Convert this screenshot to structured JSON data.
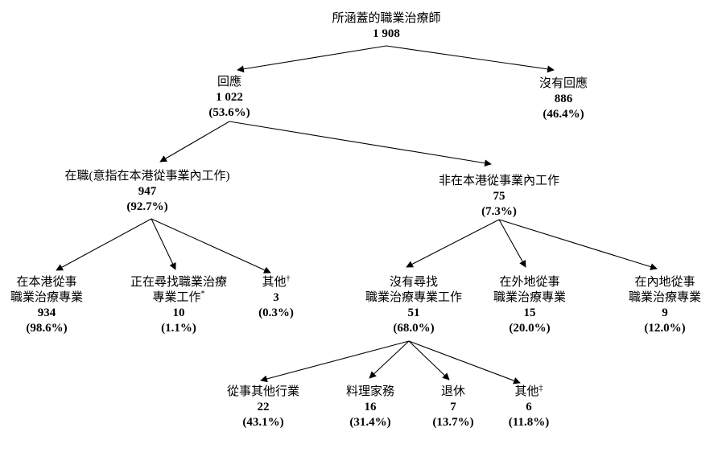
{
  "diagram": {
    "description": "survey-response-tree-occupational-therapists",
    "line_color": "#000000",
    "background_color": "#ffffff"
  },
  "nodes": {
    "root": {
      "line1": "所涵蓋的職業治療師",
      "value": "1 908"
    },
    "responded": {
      "line1": "回應",
      "value": "1 022",
      "pct": "(53.6%)"
    },
    "no_response": {
      "line1": "沒有回應",
      "value": "886",
      "pct": "(46.4%)"
    },
    "employed": {
      "line1": "在職(意指在本港從事業內工作)",
      "value": "947",
      "pct": "(92.7%)"
    },
    "not_in_hk": {
      "line1": "非在本港從事業內工作",
      "value": "75",
      "pct": "(7.3%)"
    },
    "practicing_hk": {
      "line1": "在本港從事",
      "line2": "職業治療專業",
      "value": "934",
      "pct": "(98.6%)"
    },
    "seeking_work": {
      "line1": "正在尋找職業治療",
      "line2": "專業工作",
      "sup": "*",
      "value": "10",
      "pct": "(1.1%)"
    },
    "others_employed": {
      "line1": "其他",
      "sup": "†",
      "value": "3",
      "pct": "(0.3%)"
    },
    "not_seeking": {
      "line1": "沒有尋找",
      "line2": "職業治療專業工作",
      "value": "51",
      "pct": "(68.0%)"
    },
    "overseas": {
      "line1": "在外地從事",
      "line2": "職業治療專業",
      "value": "15",
      "pct": "(20.0%)"
    },
    "mainland": {
      "line1": "在內地從事",
      "line2": "職業治療專業",
      "value": "9",
      "pct": "(12.0%)"
    },
    "other_industry": {
      "line1": "從事其他行業",
      "value": "22",
      "pct": "(43.1%)"
    },
    "housework": {
      "line1": "料理家務",
      "value": "16",
      "pct": "(31.4%)"
    },
    "retired": {
      "line1": "退休",
      "value": "7",
      "pct": "(13.7%)"
    },
    "others_not_seeking": {
      "line1": "其他",
      "sup": "‡",
      "value": "6",
      "pct": "(11.8%)"
    }
  }
}
